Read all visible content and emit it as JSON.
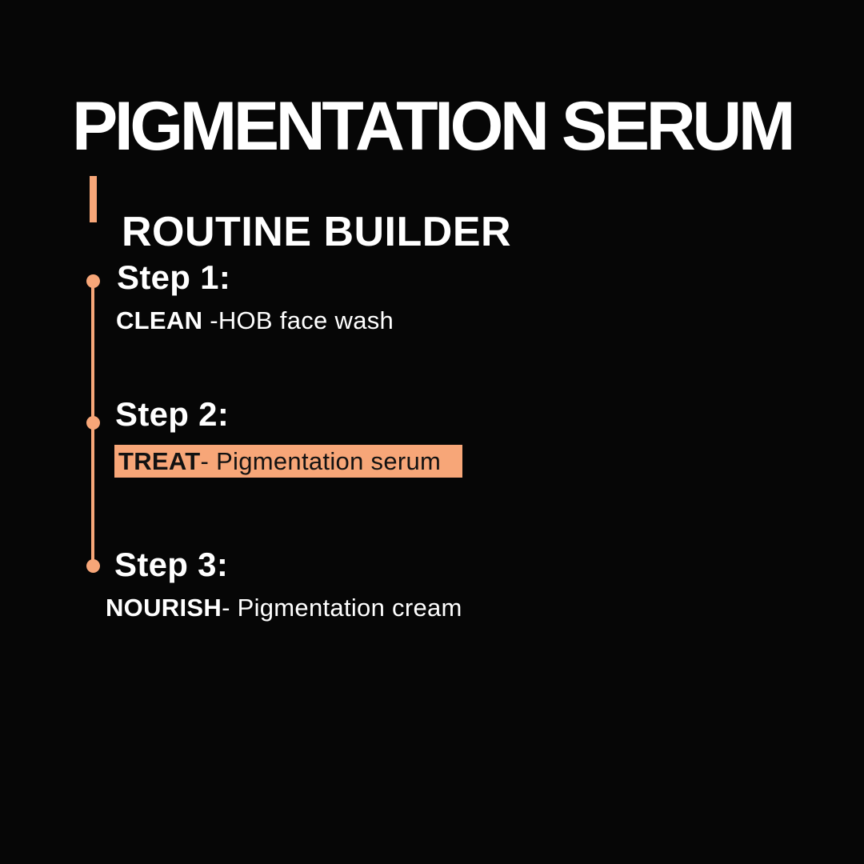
{
  "poster": {
    "title": "PIGMENTATION SERUM",
    "section": {
      "label": "ROUTINE BUILDER"
    },
    "steps": [
      {
        "heading": "Step 1:",
        "keyword": "CLEAN",
        "rest": " -HOB face wash",
        "highlighted": false
      },
      {
        "heading": "Step 2:",
        "keyword": "TREAT",
        "rest": "- Pigmentation serum",
        "highlighted": true
      },
      {
        "heading": "Step 3:",
        "keyword": "NOURISH",
        "rest": "- Pigmentation cream",
        "highlighted": false
      }
    ],
    "colors": {
      "accent": "#F7A678",
      "background": "#060606",
      "text": "#FFFFFF",
      "highlight_text": "#121212"
    }
  }
}
